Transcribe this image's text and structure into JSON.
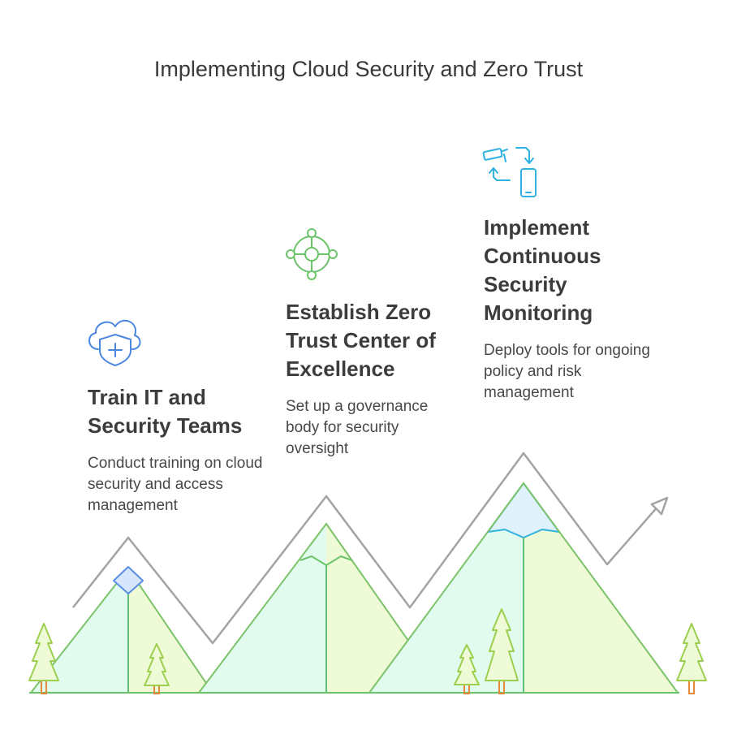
{
  "title": "Implementing Cloud Security and Zero Trust",
  "steps": [
    {
      "heading": "Train IT and Security Teams",
      "description": "Conduct training on cloud security and access management",
      "icon": "cloud-shield-icon"
    },
    {
      "heading": "Establish Zero Trust Center of Excellence",
      "description": "Set up a governance body for security oversight",
      "icon": "network-hub-icon"
    },
    {
      "heading": "Implement Continuous Security Monitoring",
      "description": "Deploy tools for ongoing policy and risk management",
      "icon": "camera-sync-icon"
    }
  ],
  "colors": {
    "mountain_fill": "#e1fbef",
    "mountain_shade": "#eefbd6",
    "mountain_stroke": "#7cc36a",
    "peak_1": "#5b8ee6",
    "peak_2": "#6cc46a",
    "peak_3": "#2fb2e0",
    "path": "#a3a3a3",
    "icon": "#4b86e0",
    "tree": "#9ccf4e",
    "trunk": "#e38a3c"
  }
}
